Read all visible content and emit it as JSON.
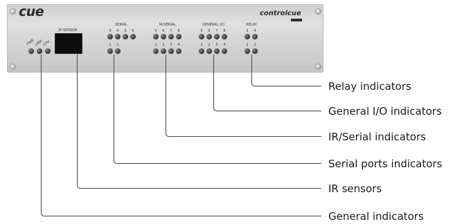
{
  "device": {
    "brand_logo": "cue",
    "product_logo": "controlcue",
    "colors": {
      "panel": "#d6d6d6",
      "led": "#4a4a4a",
      "sensor_window": "#0b0b0b",
      "leader_line": "#444444"
    },
    "status_leds": [
      "PWR",
      "LINK",
      "CPU"
    ],
    "ir_sensor_label": "IR SENSOR",
    "groups": [
      {
        "title": "SERIAL",
        "top_numbers": [
          "3",
          "4",
          "5",
          "6"
        ],
        "bottom_numbers": [
          "1",
          "2"
        ]
      },
      {
        "title": "IR/SERIAL",
        "top_numbers": [
          "5",
          "6",
          "7",
          "8"
        ],
        "bottom_numbers": [
          "1",
          "2",
          "3",
          "4"
        ]
      },
      {
        "title": "GENERAL I/O",
        "top_numbers": [
          "5",
          "6",
          "7",
          "8"
        ],
        "bottom_numbers": [
          "1",
          "2",
          "3",
          "4"
        ]
      },
      {
        "title": "RELAY",
        "top_numbers": [
          "3",
          "4"
        ],
        "bottom_numbers": [
          "1",
          "2"
        ]
      }
    ]
  },
  "callouts": [
    "Relay indicators",
    "General I/O indicators",
    "IR/Serial indicators",
    "Serial ports indicators",
    "IR sensors",
    "General indicators"
  ]
}
